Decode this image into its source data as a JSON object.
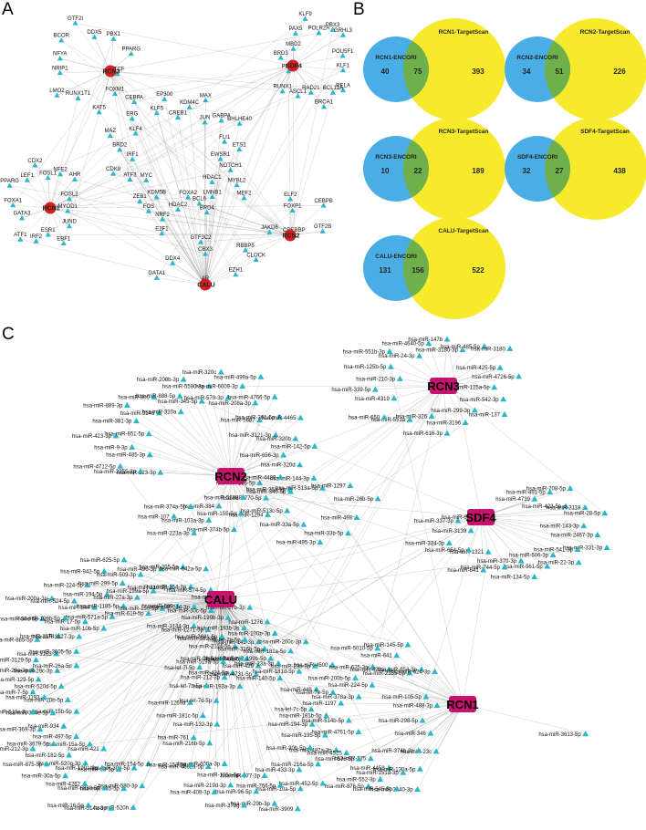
{
  "panels": {
    "a": "A",
    "b": "B",
    "c": "C"
  },
  "colors": {
    "hub_a": "#d61e1e",
    "hub_c": "#c8136e",
    "node": "#2ab7c7",
    "venn_left": "#4aaee6",
    "venn_right": "#f7ea2a",
    "overlap": "#70b04a",
    "edge": "#8c8c8c"
  },
  "network_a": {
    "hubs": [
      {
        "id": "RCN3",
        "label": "RCN3"
      },
      {
        "id": "SDF4",
        "label": "SDF4"
      },
      {
        "id": "RCN1",
        "label": "RCN1"
      },
      {
        "id": "RCN2",
        "label": "RCN2"
      },
      {
        "id": "CALU",
        "label": "CALU"
      }
    ],
    "nodes": [
      "NFYA",
      "BCOR",
      "GTF2I",
      "DDX5",
      "PBX1",
      "PPARG",
      "CTCF",
      "FOXM1",
      "KAT5",
      "RUNX1T1",
      "LMO2",
      "NRIP1",
      "MBD2",
      "PAX5",
      "KLF9",
      "POLR2A",
      "PBX3",
      "GRHL3",
      "POU5F1",
      "KLF1",
      "RELA",
      "BCL11A",
      "BRCA1",
      "RAD21",
      "ASCL1",
      "RUNX1",
      "PHF8",
      "BRD3",
      "EWSR1",
      "NOTCH1",
      "MYBL2",
      "HDAC1",
      "LMNB1",
      "BRD4",
      "FOXA2",
      "HDAC2",
      "NRF2",
      "KDM5B",
      "ZEB1",
      "MYC",
      "ATF3",
      "CDK8",
      "IRF1",
      "BRD2",
      "MAZ",
      "KLF4",
      "ERG",
      "CEBPA",
      "KLF5",
      "EP300",
      "CREB1",
      "KDM4C",
      "MAX",
      "JUN",
      "GABPA",
      "BHLHE40",
      "FLI1",
      "ETS1",
      "MYOD1",
      "JUND",
      "EBF1",
      "ESR1",
      "IRF2",
      "ATF1",
      "GATA3",
      "FOXA1",
      "PPARG",
      "LEF1",
      "CDX2",
      "FOSL1",
      "NFE2",
      "AHR",
      "FOSL2",
      "GTF3C2",
      "E2F1",
      "FOS",
      "BCL6",
      "MEF2",
      "FOXP1",
      "JAKD6",
      "RBBP5",
      "GTF2B",
      "CREBBP",
      "ELF2",
      "CEBPB",
      "EZH1",
      "AR",
      "GATA1",
      "DDX4",
      "CBX3",
      "CLOCK"
    ]
  },
  "venn": [
    {
      "left": "RCN1-ENCORI",
      "right": "RCN1-TargetScan",
      "left_only": "40",
      "overlap": "75",
      "right_only": "393"
    },
    {
      "left": "RCN2-ENCORI",
      "right": "RCN2-TargetScan",
      "left_only": "34",
      "overlap": "51",
      "right_only": "226"
    },
    {
      "left": "RCN3-ENCORI",
      "right": "RCN3-TargetScan",
      "left_only": "10",
      "overlap": "22",
      "right_only": "189"
    },
    {
      "left": "SDF4-ENCORI",
      "right": "SDF4-TargetScan",
      "left_only": "32",
      "overlap": "27",
      "right_only": "438"
    },
    {
      "left": "CALU-ENCORI",
      "right": "CALU-TargetScan",
      "left_only": "131",
      "overlap": "156",
      "right_only": "522"
    }
  ],
  "network_c": {
    "hubs": [
      {
        "id": "RCN3",
        "label": "RCN3"
      },
      {
        "id": "RCN2",
        "label": "RCN2"
      },
      {
        "id": "SDF4",
        "label": "SDF4"
      },
      {
        "id": "CALU",
        "label": "CALU"
      },
      {
        "id": "RCN1",
        "label": "RCN1"
      }
    ],
    "mirnas": [
      "hsa-miR-125a-5p",
      "hsa-miR-542-3p",
      "hsa-miR-137",
      "hsa-miR-299-3p",
      "hsa-miR-3196",
      "hsa-miR-616-3p",
      "hsa-miR-326",
      "hsa-miR-551a",
      "hsa-miR-650",
      "hsa-miR-4319",
      "hsa-miR-339-5p",
      "hsa-miR-210-3p",
      "hsa-miR-125b-5p",
      "hsa-miR-551b-3p",
      "hsa-miR-24-3p",
      "hsa-miR-4640-5p",
      "hsa-miR-147b",
      "hsa-miR-3180-3p",
      "hsa-miR-485-5p",
      "hsa-miR-3180",
      "hsa-miR-425-5p",
      "hsa-miR-4726-5p",
      "hsa-miR-223-3p",
      "hsa-miR-2355-3p",
      "hsa-miR-4712-5p",
      "hsa-miR-485-3p",
      "hsa-miR-9-3p",
      "hsa-miR-423-3p",
      "hsa-miR-651-5p",
      "hsa-miR-381-3p",
      "hsa-miR-889-3p",
      "hsa-miR-3146",
      "hsa-miR-300",
      "hsa-miR-320a",
      "hsa-miR-888-5p",
      "hsa-miR-208b-3p",
      "hsa-miR-345-5p",
      "hsa-miR-5590-3p",
      "hsa-miR-320c",
      "hsa-miR-579-3p",
      "hsa-miR-6009-3p",
      "hsa-miR-499a-5p",
      "hsa-miR-208a-3p",
      "hsa-miR-4766-5p",
      "hsa-miR-5687",
      "hsa-miR-361-5p",
      "hsa-miR-4465",
      "hsa-miR-3121-3p",
      "hsa-miR-320b",
      "hsa-miR-142-5p",
      "hsa-miR-656-3p",
      "hsa-miR-320d",
      "hsa-miR-144-3p",
      "hsa-miR-4429",
      "hsa-miR-340-5p",
      "hsa-miR-186-5p",
      "hsa-miR-770-5p",
      "hsa-miR-1294",
      "hsa-miR-5688",
      "hsa-miR-155-5p",
      "hsa-miR-374b-5p",
      "hsa-miR-384",
      "hsa-miR-103a-3p",
      "hsa-miR-223a-3p",
      "hsa-miR-374a-5p",
      "hsa-miR-107",
      "hsa-miR-498",
      "hsa-miR-33b-5p",
      "hsa-miR-495-3p",
      "hsa-miR-33a-5p",
      "hsa-miR-513c-5p",
      "hsa-miR-26a-5p",
      "hsa-miR-513a-5p",
      "hsa-miR-1297",
      "hsa-miR-26b-5p",
      "hsa-miR-4739",
      "hsa-miR-491-5p",
      "hsa-miR-708-5p",
      "hsa-miR-423-5p",
      "hsa-miR-3118",
      "hsa-miR-28-5p",
      "hsa-miR-143-3p",
      "hsa-miR-2467-3p",
      "hsa-miR-331-3p",
      "hsa-miR-541-3p",
      "hsa-miR-22-3p",
      "hsa-miR-506-3p",
      "hsa-miR-561-5p",
      "hsa-miR-134-5p",
      "hsa-miR-370-3p",
      "hsa-miR-744-5p",
      "hsa-miR-641",
      "hsa-miR-1321",
      "hsa-miR-654-5p",
      "hsa-miR-324-3p",
      "hsa-miR-3139",
      "hsa-miR-337-3p",
      "hsa-miR-655-3p",
      "hsa-miR-154-5p",
      "hsa-miR-580-3p",
      "hsa-miR-520h",
      "hsa-miR-30e-5p",
      "hsa-miR-335-5p",
      "hsa-miR-514a-3p",
      "hsa-miR-93-5p",
      "hsa-miR-6838-5p",
      "hsa-miR-16-5p",
      "hsa-miR-199a-3p",
      "hsa-miR-4262",
      "hsa-miR-421",
      "hsa-miR-520g-3p",
      "hsa-miR-30a-5p",
      "hsa-miR-15a-5p",
      "hsa-miR-182-5p",
      "hsa-miR-875-5p",
      "hsa-miR-497-5p",
      "hsa-miR-3679-5p",
      "hsa-miR-212-3p",
      "hsa-miR-934",
      "hsa-miR-369-3p",
      "hsa-miR-15b-5p",
      "hsa-miR-374c-5p",
      "hsa-miR-519c-3p",
      "hsa-miR-20b-5p",
      "hsa-miR-1193",
      "hsa-miR-7-5p",
      "hsa-miR-520d-5p",
      "hsa-miR-129-5p",
      "hsa-miR-29a-3p",
      "hsa-miR-29c-3p",
      "hsa-miR-3129-5p",
      "hsa-miR-26a-5p",
      "hsa-miR-3163",
      "hsa-miR-885-5p",
      "hsa-miR-3605-5p",
      "hsa-miR-1178",
      "hsa-miR-30d-5p",
      "hsa-miR-3127-3p",
      "hsa-miR-106b-5p",
      "hsa-miR-200a-3p",
      "hsa-miR-17-5p",
      "hsa-miR-524-5p",
      "hsa-miR-10b-5p",
      "hsa-miR-844",
      "hsa-miR-224-5p",
      "hsa-miR-571a-5p",
      "hsa-miR-194-5p",
      "hsa-miR-942-5p",
      "hsa-miR-1185-5p",
      "hsa-miR-299-5p",
      "hsa-miR-625-5p",
      "hsa-miR-27a-3p",
      "hsa-miR-509-3p",
      "hsa-miR-619-5p",
      "hsa-miR-199a-5p",
      "hsa-miR-490-3p",
      "hsa-miR-150-5p",
      "hsa-miR-218-5p",
      "hsa-miR-205-5p",
      "hsa-miR-599",
      "hsa-miR-154-3p",
      "hsa-miR-642a-5p",
      "hsa-miR-214-3p",
      "hsa-miR-574-5p",
      "hsa-miR-3144-3p",
      "hsa-miR-30c-5p",
      "hsa-miR-3174",
      "hsa-miR-1271-5p",
      "hsa-miR-199b-3p",
      "hsa-miR-27b-3p",
      "hsa-miR-2681-5p",
      "hsa-miR-193b-3p",
      "hsa-miR-1276",
      "hsa-miR-2114-5p",
      "hsa-miR-141-3p",
      "hsa-miR-519a-3p",
      "hsa-miR-31-5p",
      "hsa-miR-199b-5p",
      "hsa-miR-424-5p",
      "hsa-miR-4731-5p",
      "hsa-miR-140-5p",
      "hsa-miR-193a-3p",
      "hsa-miR-194-3p",
      "hsa-miR-195-5p",
      "hsa-miR-487a-3p",
      "hsa-miR-30b-5p",
      "hsa-miR-216a-5p",
      "hsa-miR-452-5p",
      "hsa-miR-433-3p",
      "hsa-miR-10a-5p",
      "hsa-miR-3909",
      "hsa-miR-766-5p",
      "hsa-miR-29b-3p",
      "hsa-miR-377-3p",
      "hsa-miR-96-5p",
      "hsa-miR-378g",
      "hsa-miR-106a-5p",
      "hsa-miR-219d-3p",
      "hsa-miR-409-3p",
      "hsa-miR-600a-3p",
      "hsa-miR-4662a-5p",
      "hsa-miR-153-3p",
      "hsa-miR-216b-5p",
      "hsa-miR-761",
      "hsa-miR-132-3p",
      "hsa-miR-181c-5p",
      "hsa-miR-1269a",
      "hsa-let-7d-5p",
      "hsa-let-7b-5p",
      "hsa-let-7i-5p",
      "hsa-miR-212-3p",
      "hsa-miR-98-5p",
      "hsa-miR-582-5p",
      "hsa-let-7a-5p",
      "hsa-let-7g-5p",
      "hsa-miR-429",
      "hsa-miR-326b-5p",
      "hsa-miR-200b-3p",
      "hsa-miR-23a-3p",
      "hsa-miR-181a-5p",
      "hsa-miR-200c-3p",
      "hsa-miR-181d-5p",
      "hsa-miR-23b-3p",
      "hsa-miR-4500",
      "hsa-miR-448",
      "hsa-let-7e-5p",
      "hsa-let-7c-5p",
      "hsa-miR-181b-5p",
      "hsa-miR-4458",
      "hsa-miR-552-3p",
      "hsa-miR-876-5p",
      "hsa-miR-375",
      "hsa-miR-576-5p",
      "hsa-miR-4525",
      "hsa-miR-4761-5p",
      "hsa-miR-514b-5p",
      "hsa-miR-1197",
      "hsa-miR-378a-3p",
      "hsa-miR-200b-5p",
      "hsa-miR-224-5p",
      "hsa-miR-625-3p",
      "hsa-miR-5010-5p",
      "hsa-miR-422a",
      "hsa-miR-641",
      "hsa-miR-145-5p",
      "hsa-miR-2355-5p",
      "hsa-miR-654-3p",
      "hsa-miR-624-3p",
      "hsa-miR-105-5p",
      "hsa-miR-488-3p",
      "hsa-miR-298-5p",
      "hsa-miR-346",
      "hsa-miR-23c",
      "hsa-miR-374b-3p",
      "hsa-miR-130a-5p",
      "hsa-miR-3140-3p",
      "hsa-miR-151a-3p",
      "hsa-miR-545-5p",
      "hsa-miR-3613-5p"
    ]
  }
}
